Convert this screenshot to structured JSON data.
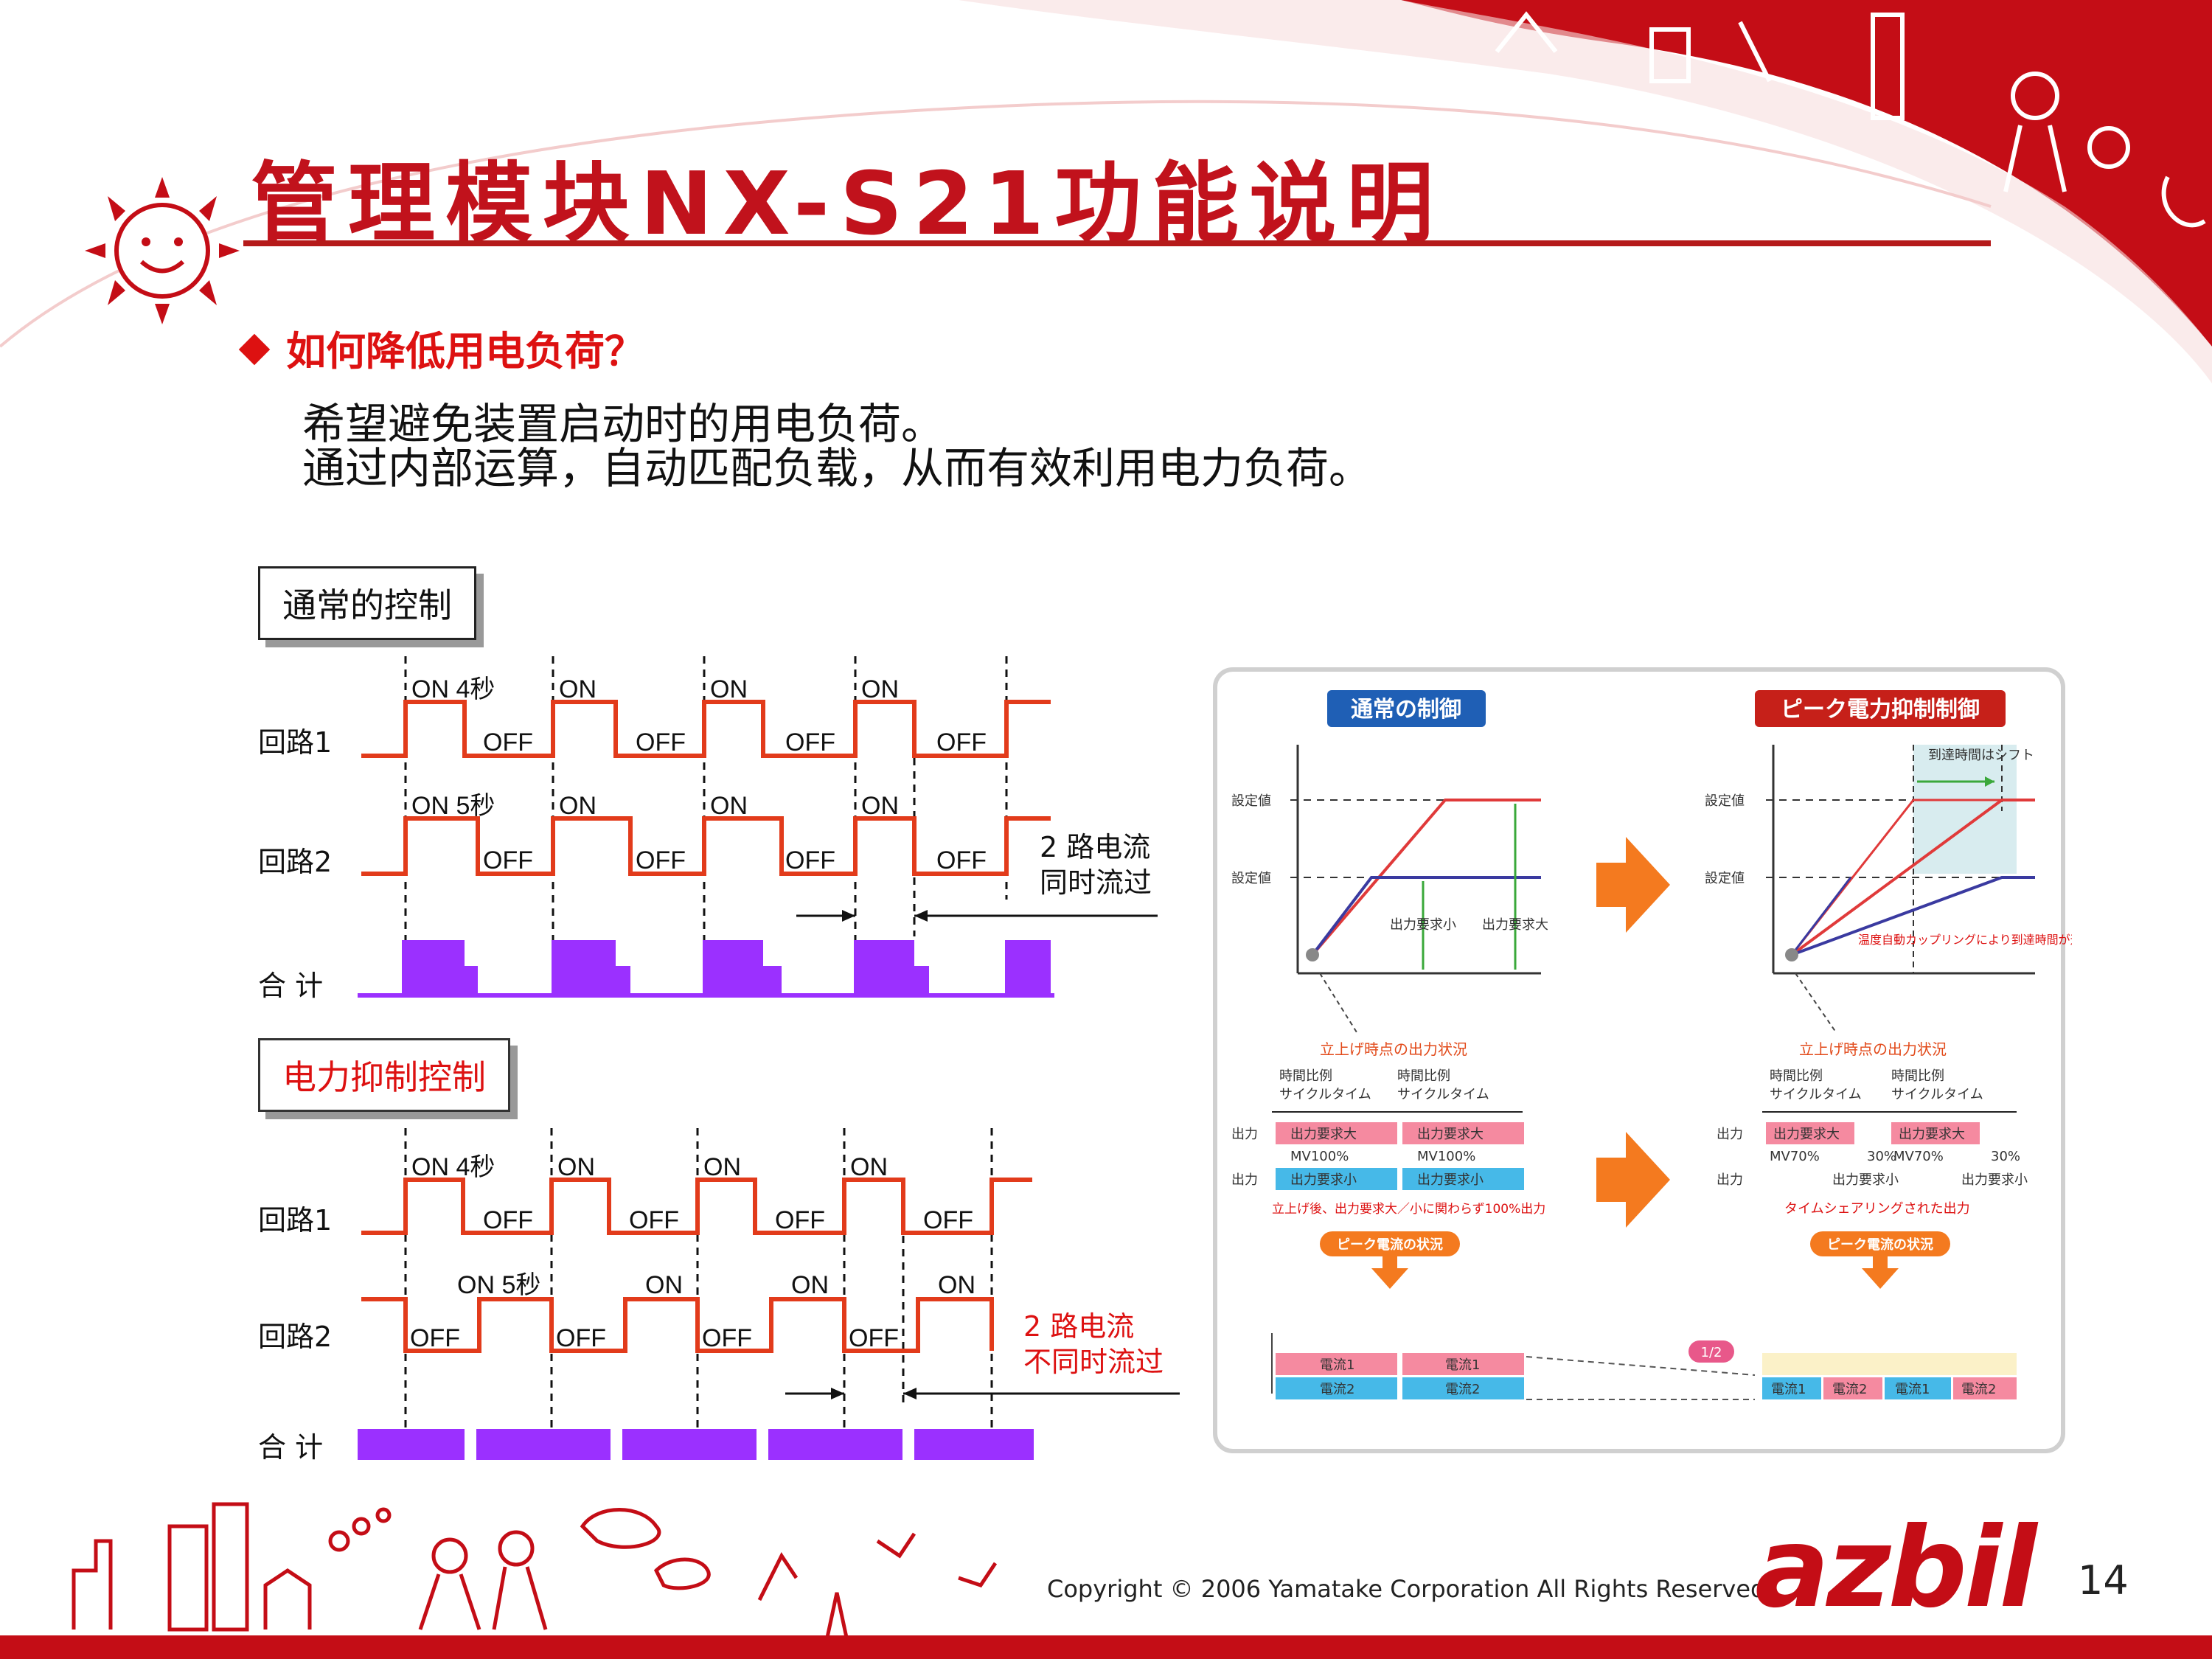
{
  "title": "管理模块NX-S21功能说明",
  "subheading": "如何降低用电负荷？",
  "body_lines": [
    "希望避免装置启动时的用电负荷。",
    "通过内部运算，自动匹配负载，从而有效利用电力负荷。"
  ],
  "normal_control": {
    "label": "通常的控制",
    "circuit1": "回路1",
    "circuit2": "回路2",
    "total": "合 计",
    "on_4s": "ON 4秒",
    "on_5s": "ON 5秒",
    "on": "ON",
    "off": "OFF",
    "note_line1": "2 路电流",
    "note_line2": "同时流过"
  },
  "suppression_control": {
    "label": "电力抑制控制",
    "circuit1": "回路1",
    "circuit2": "回路2",
    "total": "合 计",
    "on_4s": "ON 4秒",
    "on_5s": "ON 5秒",
    "on": "ON",
    "off": "OFF",
    "note_line1": "2 路电流",
    "note_line2": "不同时流过"
  },
  "jp_figure": {
    "left_title": "通常の制御",
    "right_title": "ピーク電力抑制制御",
    "setpoint": "設定値",
    "shift_label": "到達時間はシフト",
    "req_small": "出力要求小",
    "req_large": "出力要求大",
    "coupling_note": "温度自動カップリングにより到達時間が遅くならない",
    "startup_status": "立上げ時点の出力状況",
    "time_prop": "時間比例",
    "cycle_time": "サイクルタイム",
    "output": "出力",
    "mv100": "MV100%",
    "mv70": "MV70%",
    "pct30": "30%",
    "after_startup": "立上げ後、出力要求大／小に関わらず100%出力",
    "time_sharing": "タイムシェアリングされた出力",
    "peak_status": "ピーク電流の状況",
    "current1": "電流1",
    "current2": "電流2",
    "half": "1/2"
  },
  "copyright": "Copyright © 2006 Yamatake Corporation All Rights Reserved.",
  "logo": "azbil",
  "page_number": "14",
  "colors": {
    "brand_red": "#c40d16",
    "signal": "#e23b1b",
    "total_bar": "#9b30ff",
    "accent_orange": "#f47a1f"
  }
}
